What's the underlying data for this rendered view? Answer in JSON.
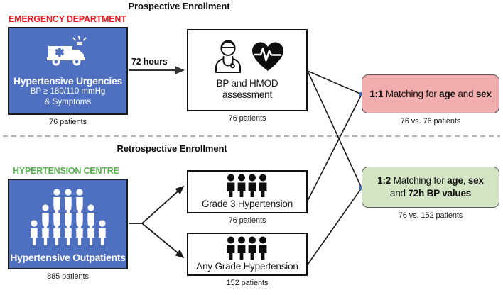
{
  "sections": {
    "prospective": {
      "title": "Prospective Enrollment"
    },
    "retrospective": {
      "title": "Retrospective Enrollment"
    }
  },
  "colors": {
    "emergency_label": "#ed1c24",
    "centre_label": "#57b14f",
    "blue_box": "#4f6fc0",
    "pink_box": "#f2aeae",
    "green_box": "#d3e5c4",
    "node_dot": "#4472c4",
    "outline": "#111111"
  },
  "prospective": {
    "source_label": "EMERGENCY DEPARTMENT",
    "source_box": {
      "icon": "ambulance-icon",
      "title": "Hypertensive Urgencies",
      "sub_line1": "BP ≥ 180/110 mmHg",
      "sub_line2": "& Symptoms"
    },
    "source_caption": "76 patients",
    "arrow_label": "72 hours",
    "process_box": {
      "icons": [
        "doctor-icon",
        "heart-pulse-icon"
      ],
      "label_line1": "BP and HMOD",
      "label_line2": "assessment"
    },
    "process_caption": "76 patients"
  },
  "retrospective": {
    "source_label": "HYPERTENSION CENTRE",
    "source_box": {
      "icon": "people-group-icon",
      "title": "Hypertensive Outpatients"
    },
    "source_caption": "885 patients",
    "branches": [
      {
        "icon": "four-people-icon",
        "label": "Grade 3 Hypertension",
        "caption": "76 patients"
      },
      {
        "icon": "four-people-icon",
        "label": "Any Grade Hypertension",
        "caption": "152 patients"
      }
    ]
  },
  "results": [
    {
      "ratio": "1:1",
      "text_before": " Matching for ",
      "bold_a": "age",
      "text_mid": " and ",
      "bold_b": "sex",
      "caption": "76 vs. 76 patients",
      "color": "pink"
    },
    {
      "ratio": "1:2",
      "line1_before": " Matching for ",
      "line1_bold_a": "age",
      "line1_mid": ", ",
      "line1_bold_b": "sex",
      "line2_before": "and ",
      "line2_bold": "72h BP values",
      "caption": "76 vs. 152 patients",
      "color": "green"
    }
  ],
  "divider": {
    "style": "dashed"
  }
}
